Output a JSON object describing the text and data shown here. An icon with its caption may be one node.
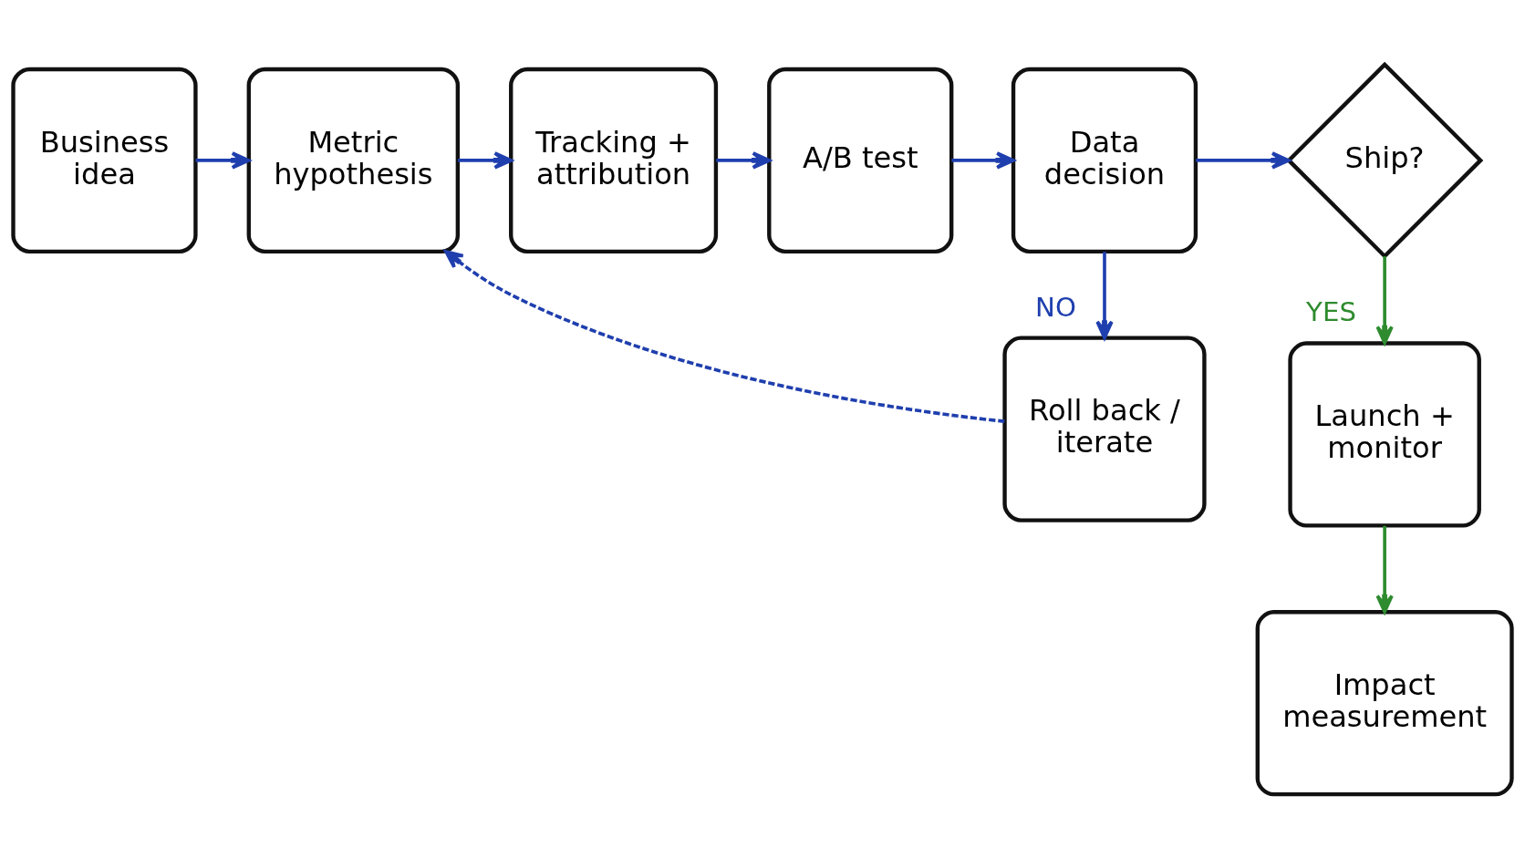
{
  "diagram": {
    "nodes": [
      {
        "text": [
          "Business idea"
        ]
      },
      {
        "text": [
          "Metric hypothesis"
        ]
      },
      {
        "text": [
          "Tracking + attribution"
        ]
      },
      {
        "text": [
          "A/B test"
        ]
      },
      {
        "text": [
          "Data decision"
        ]
      },
      {
        "text": [
          "Ship?"
        ]
      },
      {
        "text": [
          "Launch + monitor"
        ]
      },
      {
        "text": [
          "Impact measurement"
        ]
      },
      {
        "text": [
          "Roll back / iterate"
        ]
      }
    ],
    "edges": [
      {
        "from": 0,
        "to": 1,
        "arrow": "to"
      },
      {
        "from": 1,
        "to": 2,
        "arrow": "to"
      },
      {
        "from": 2,
        "to": 3,
        "arrow": "to"
      },
      {
        "from": 3,
        "to": 4,
        "arrow": "to"
      },
      {
        "from": 4,
        "to": 5,
        "arrow": "to"
      },
      {
        "from": 5,
        "to": 6,
        "arrow": "to",
        "label": "YES",
        "color": "#2e8b2e"
      },
      {
        "from": 6,
        "to": 7,
        "arrow": "to",
        "color": "#2e8b2e"
      },
      {
        "from": 4,
        "to": 8,
        "arrow": "to",
        "label": "NO"
      },
      {
        "from": 8,
        "to": 1,
        "arrow": "to",
        "style": "dashed"
      }
    ]
  }
}
